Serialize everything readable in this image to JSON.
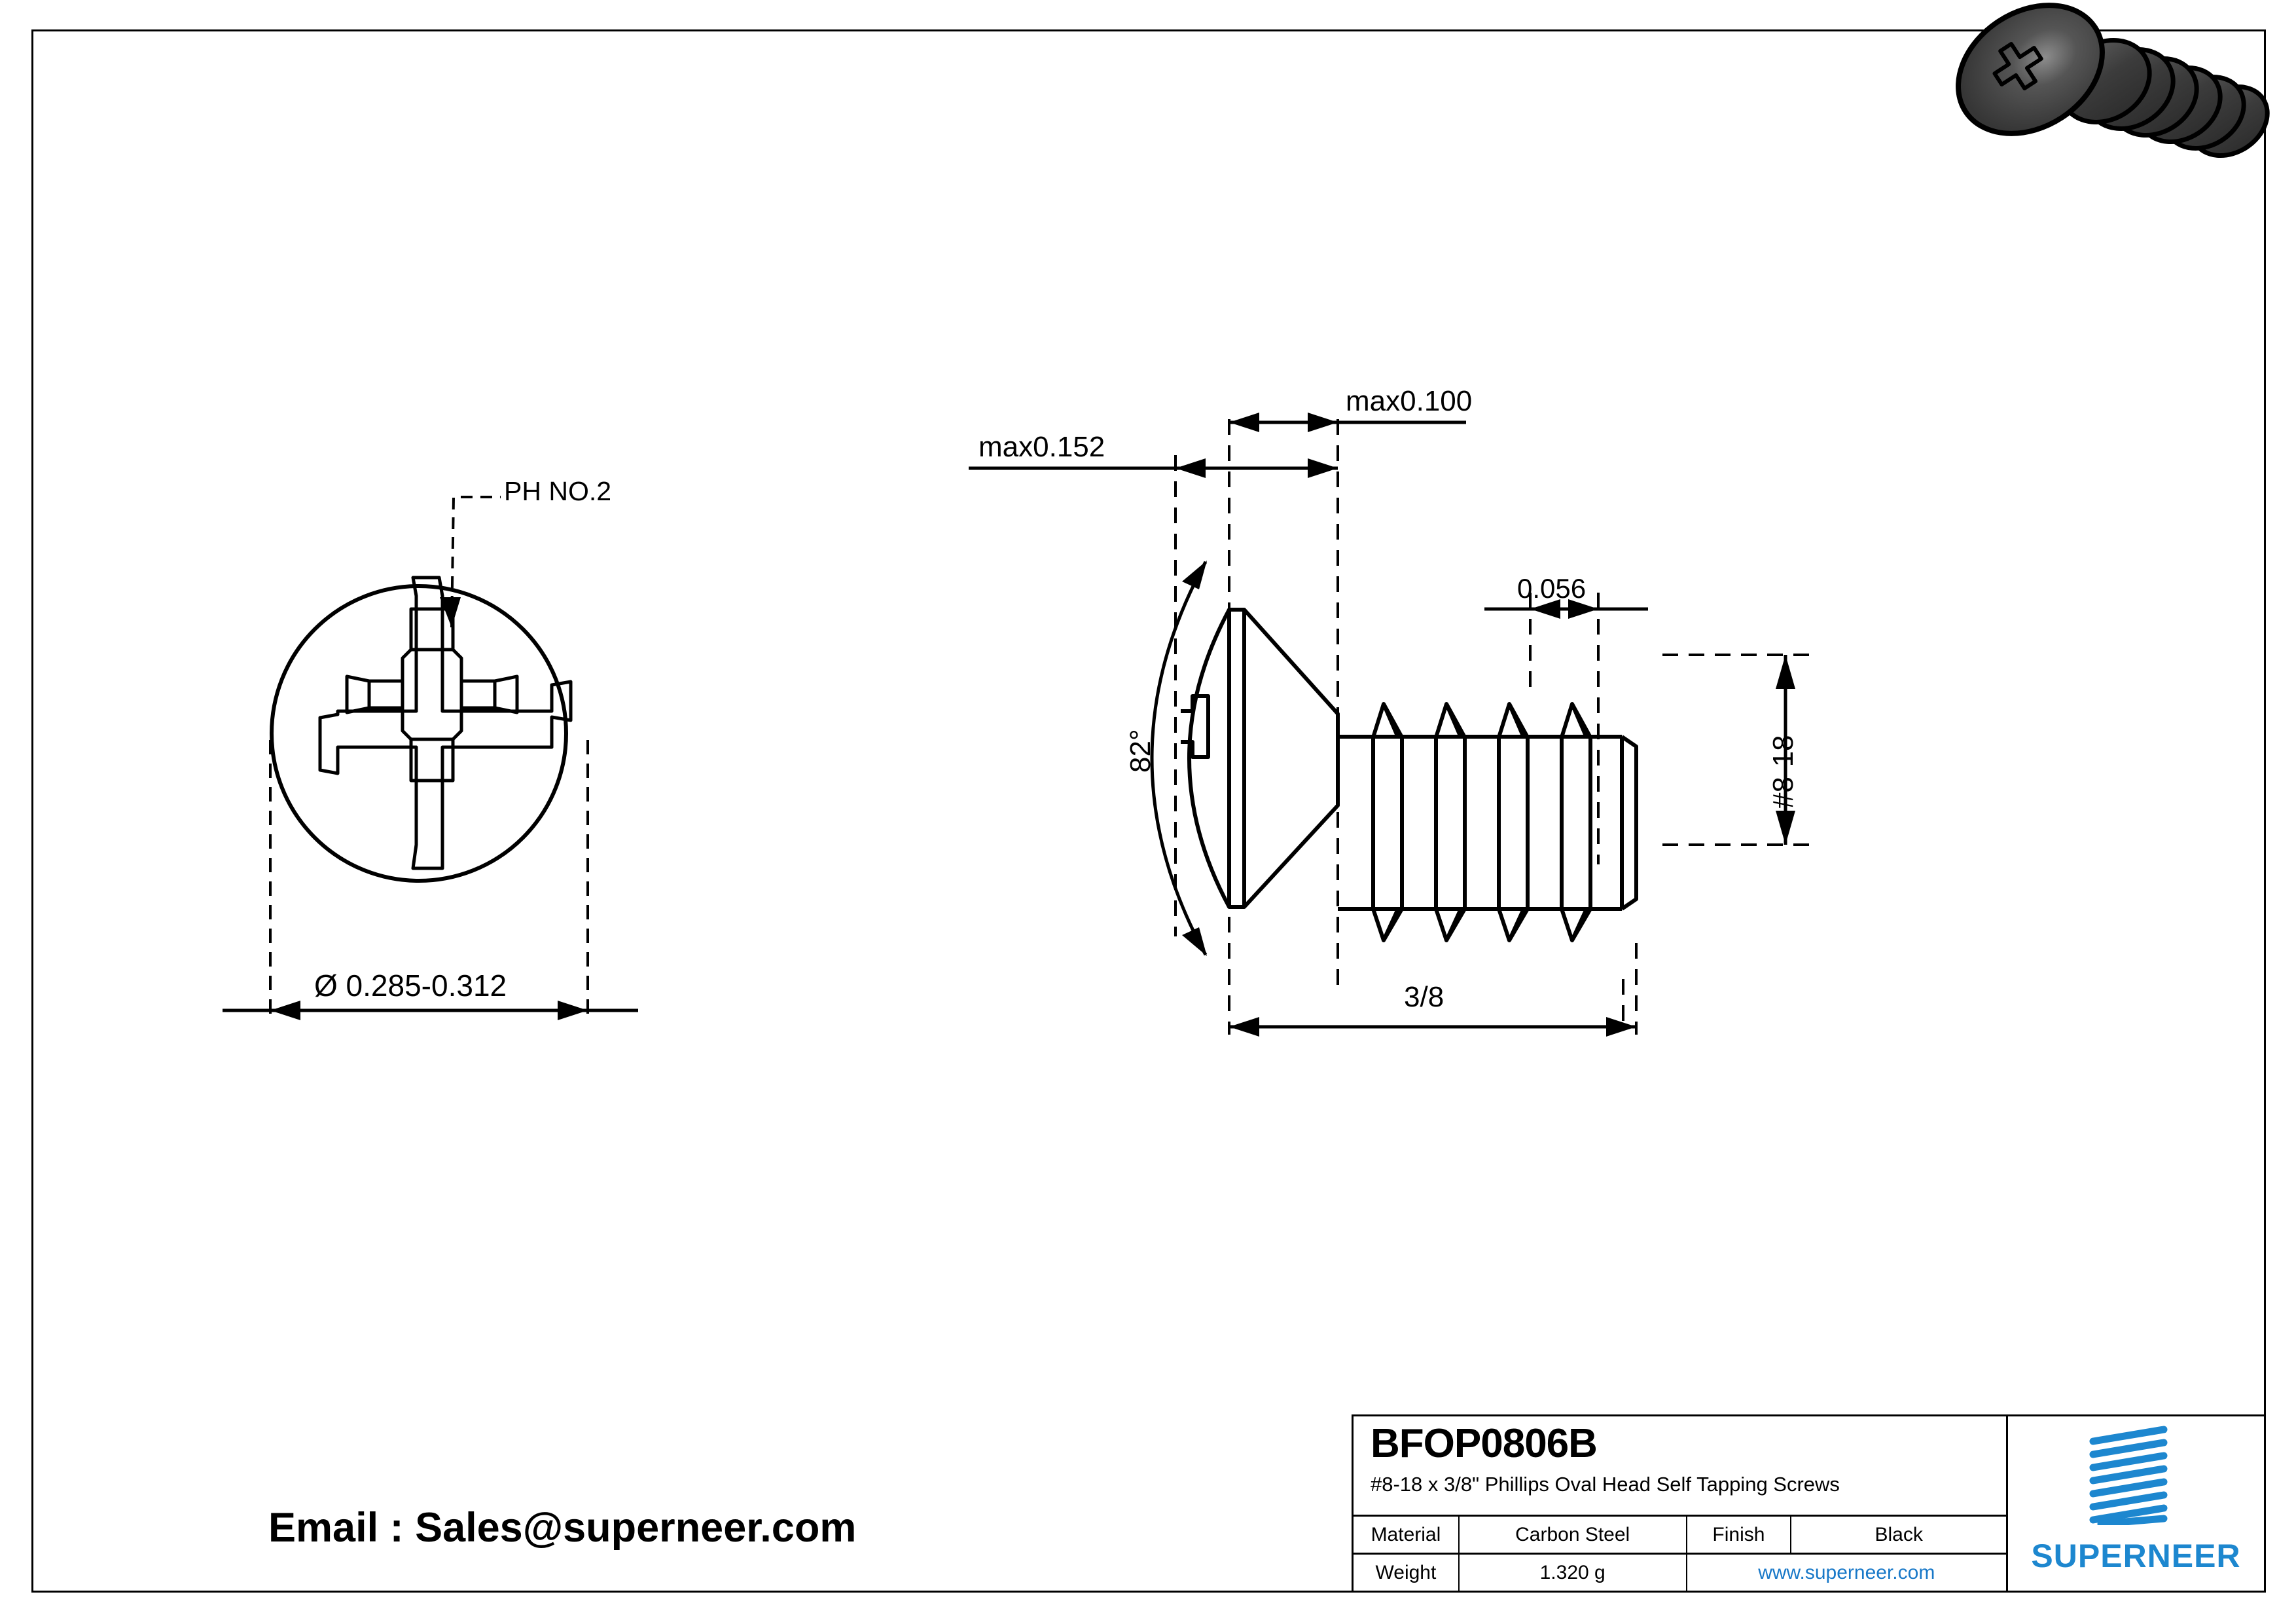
{
  "document": {
    "type": "engineering-drawing",
    "sheet_border": true
  },
  "views": {
    "head_view": {
      "name": "head-end-view",
      "callout": "PH NO.2",
      "diameter_dimension": "Ø 0.285-0.312"
    },
    "side_view": {
      "name": "side-profile-view",
      "head_height_dimension": "max0.152",
      "recess_depth_dimension": "max0.100",
      "thread_pitch_dimension": "0.056",
      "countersink_angle": "82°",
      "thread_size": "#8-18",
      "length_dimension": "3/8"
    },
    "render": {
      "name": "3d-screw-render",
      "body_color": "#3b3b3b",
      "outline_color": "#000000"
    }
  },
  "contact": {
    "email_line": "Email : Sales@superneer.com"
  },
  "title_block": {
    "part_code": "BFOP0806B",
    "description": "#8-18 x 3/8\" Phillips Oval Head Self Tapping Screws",
    "material_label": "Material",
    "material_value": "Carbon Steel",
    "finish_label": "Finish",
    "finish_value": "Black",
    "weight_label": "Weight",
    "weight_value": "1.320 g",
    "website": "www.superneer.com",
    "brand": "SUPERNEER",
    "brand_color": "#1d87cf",
    "link_color": "#1878c8"
  }
}
